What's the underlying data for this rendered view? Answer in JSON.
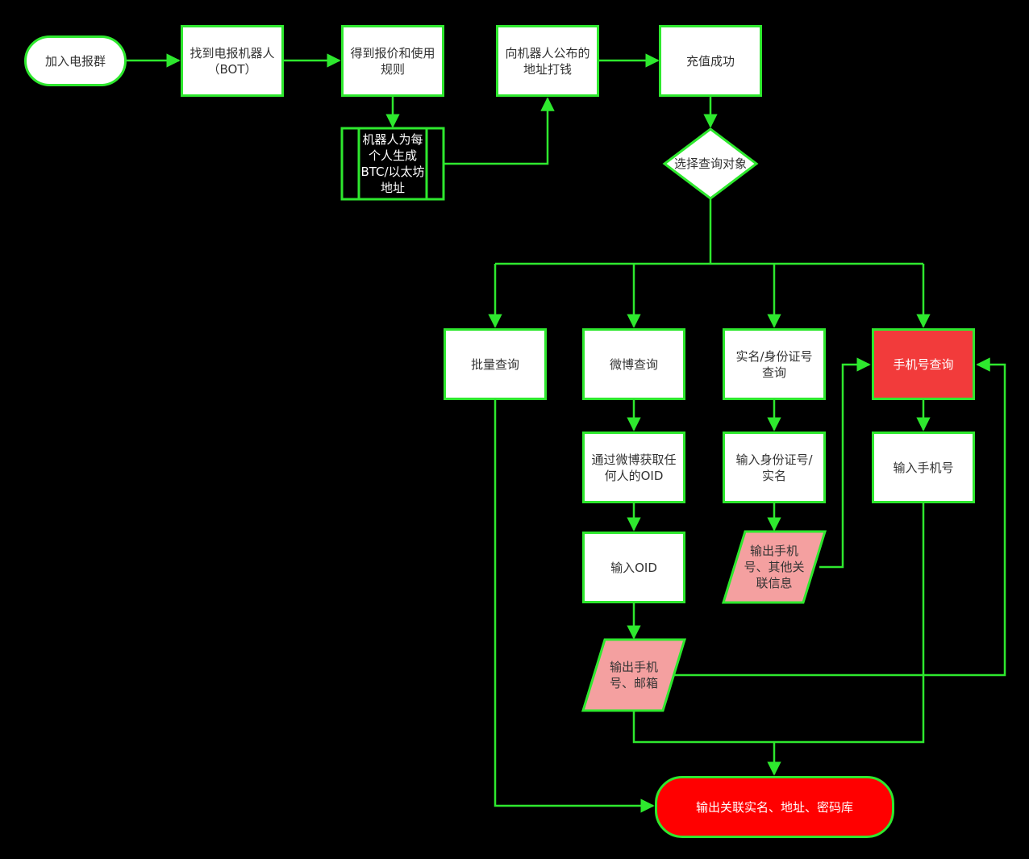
{
  "nodes": {
    "join_group": "加入电报群",
    "find_bot": "找到电报机器人（BOT）",
    "get_quote": "得到报价和使用规则",
    "bot_generate": "机器人为每个人生成BTC/以太坊地址",
    "pay_to_address": "向机器人公布的地址打钱",
    "recharge_success": "充值成功",
    "choose_target": "选择查询对象",
    "batch_query": "批量查询",
    "weibo_query": "微博查询",
    "id_query": "实名/身份证号查询",
    "phone_query": "手机号查询",
    "get_oid": "通过微博获取任何人的OID",
    "input_oid": "输入OID",
    "output_phone_email": "输出手机号、邮箱",
    "input_id": "输入身份证号/实名",
    "output_phone_other": "输出手机号、其他关联信息",
    "input_phone": "输入手机号",
    "final_output": "输出关联实名、地址、密码库"
  },
  "colors": {
    "line": "#2ee82e",
    "box_fill": "#ffffff",
    "highlight_box": "#f23b3b",
    "parallelogram": "#f4a0a0",
    "terminal_red": "#ff0000",
    "background": "#000000"
  }
}
